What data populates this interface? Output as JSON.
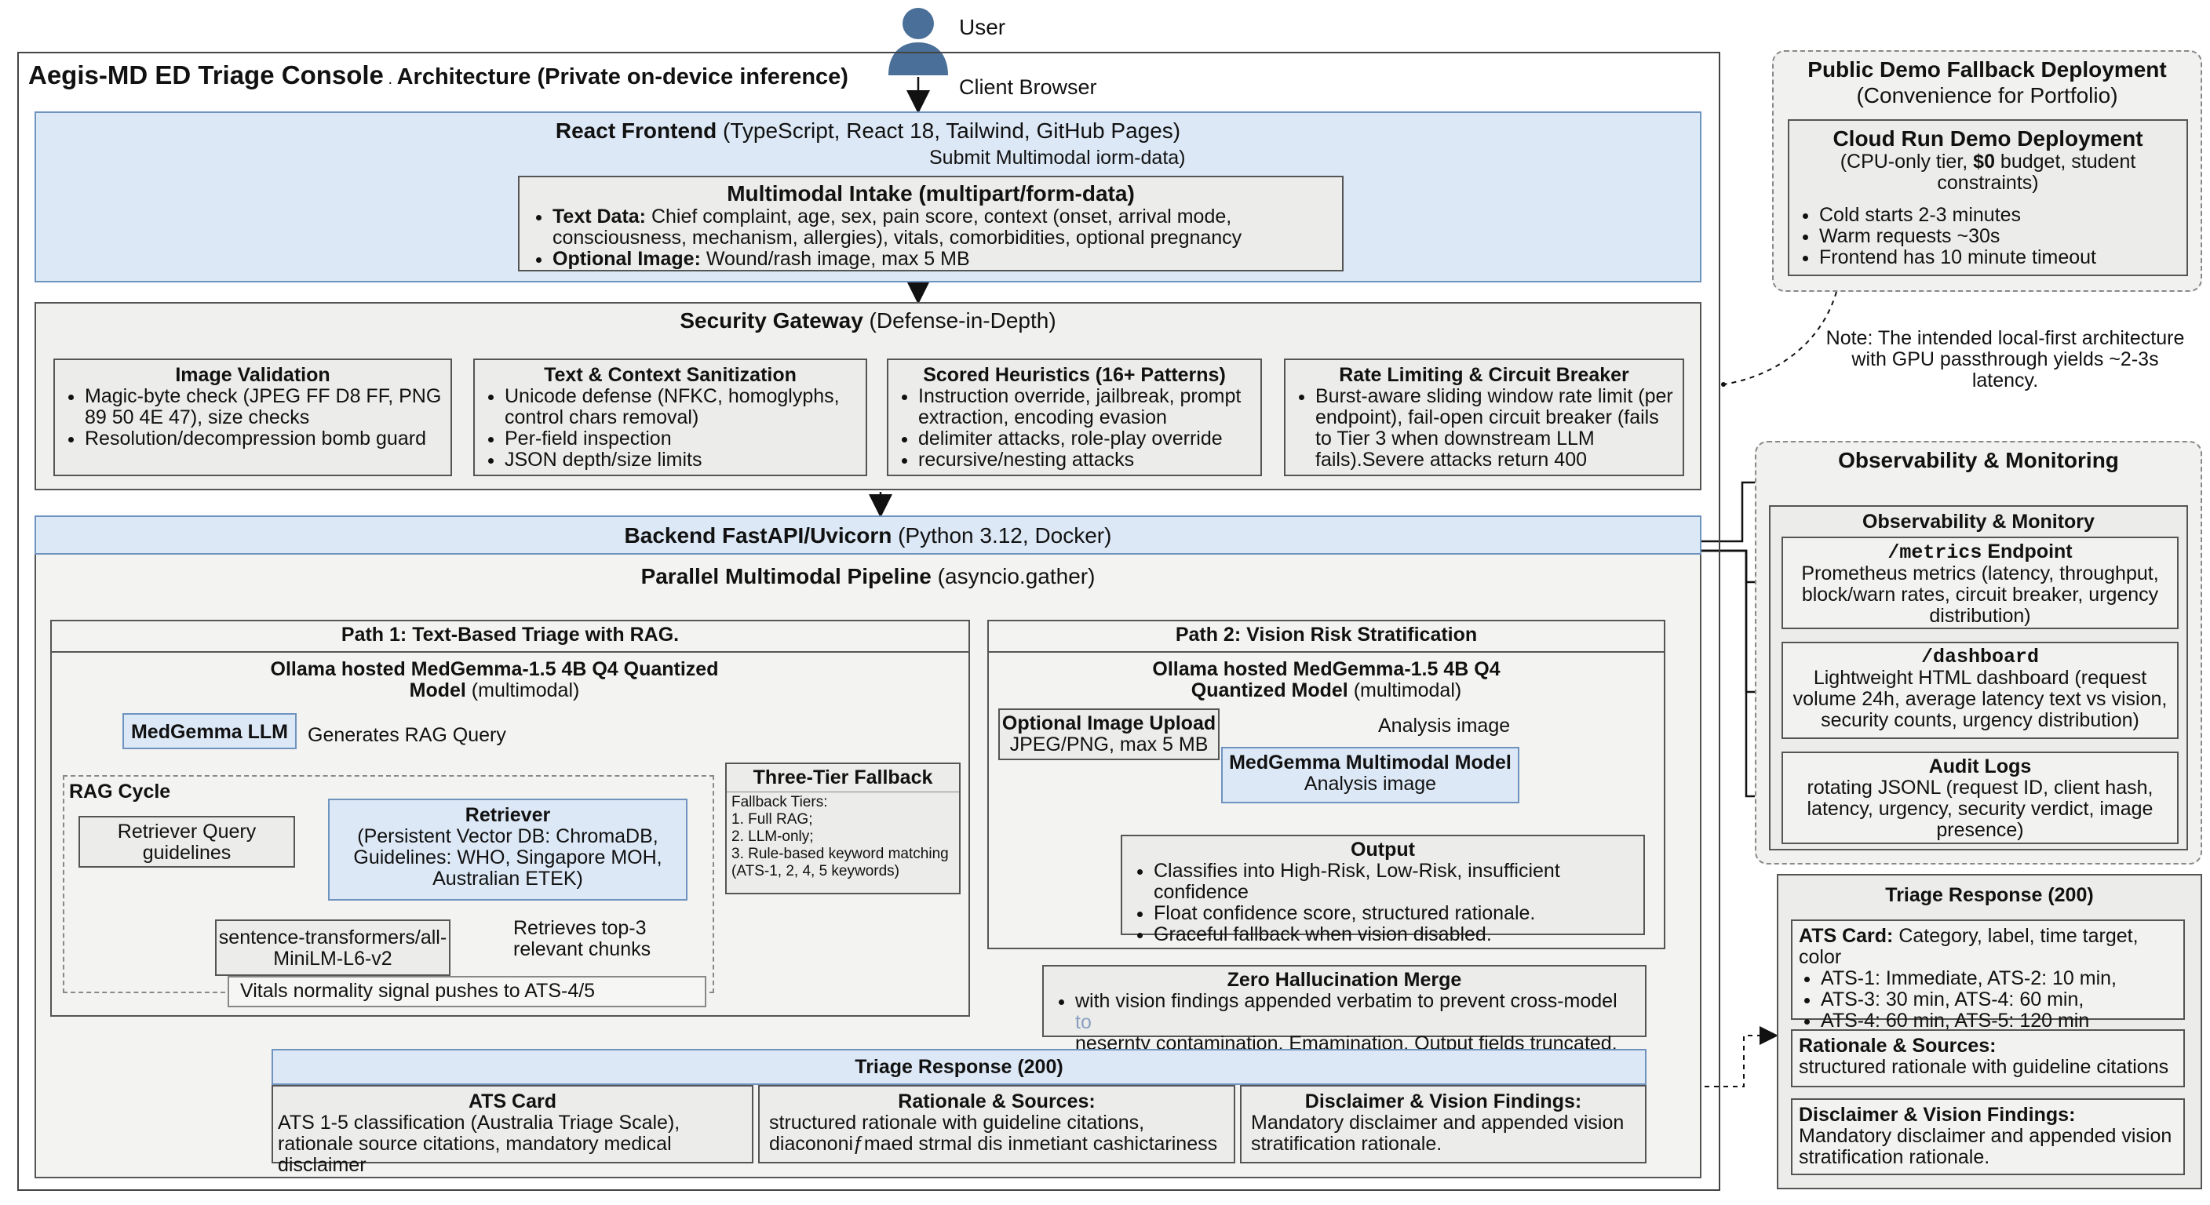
{
  "user": {
    "label": "User",
    "client": "Client Browser"
  },
  "main": {
    "title": "Aegis-MD ED Triage Console",
    "subtitle": "Architecture (Private on-device inference)"
  },
  "frontend": {
    "title_bold": "React Frontend",
    "title_rest": " (TypeScript, React 18, Tailwind, GitHub Pages)",
    "submit": "Submit Multimodal iorm-data)",
    "intake_title": "Multimodal Intake (multipart/form-data)",
    "intake_items": [
      {
        "label": "Text Data:",
        "text": " Chief complaint, age, sex, pain score, context (onset, arrival mode, consciousness, mechanism, allergies), vitals, comorbidities, optional pregnancy"
      },
      {
        "label": "Optional Image:",
        "text": " Wound/rash image, max 5 MB"
      }
    ]
  },
  "security": {
    "title_bold": "Security Gateway",
    "title_rest": " (Defense-in-Depth)",
    "boxes": [
      {
        "title": "Image Validation",
        "items": [
          "Magic-byte check (JPEG FF D8 FF, PNG 89 50 4E 47), size checks",
          "Resolution/decompression bomb guard"
        ]
      },
      {
        "title": "Text & Context Sanitization",
        "items": [
          "Unicode defense (NFKC, homoglyphs, control chars removal)",
          "Per-field inspection",
          "JSON depth/size limits"
        ]
      },
      {
        "title": "Scored Heuristics (16+ Patterns)",
        "items": [
          "Instruction override, jailbreak, prompt extraction, encoding evasion",
          "delimiter attacks, role-play override",
          "recursive/nesting attacks"
        ]
      },
      {
        "title": "Rate Limiting & Circuit Breaker",
        "items": [
          "Burst-aware sliding window rate limit (per endpoint), fail-open circuit breaker (fails to Tier 3 when downstream LLM fails).Severe attacks return 400"
        ]
      }
    ]
  },
  "backend": {
    "title_bold": "Backend FastAPI/Uvicorn",
    "title_rest": " (Python 3.12, Docker)",
    "pipeline_bold": "Parallel Multimodal Pipeline",
    "pipeline_rest": " (asyncio.gather)"
  },
  "path1": {
    "title": "Path 1: Text-Based Triage with RAG.",
    "model_bold": "Ollama hosted MedGemma-1.5 4B Q4 Quantized Model",
    "model_rest": " (multimodal)",
    "llm": "MedGemma LLM",
    "generates": "Generates RAG Query",
    "rag_label": "RAG Cycle",
    "retriever_q": "Retriever Query guidelines",
    "retriever_title": "Retriever",
    "retriever_text": "(Persistent Vector DB: ChromaDB, Guidelines: WHO, Singapore MOH, Australian ETEK)",
    "st": "sentence-transformers/all-MiniLM-L6-v2",
    "retrieves": "Retrieves top-3 relevant chunks",
    "vitals": "Vitals normality signal pushes to ATS-4/5",
    "fallback_title": "Three-Tier Fallback",
    "fallback_lines": [
      "Fallback Tiers:",
      "1. Full RAG;",
      "2. LLM-only;",
      "3. Rule-based keyword matching",
      "(ATS-1, 2, 4, 5 keywords)"
    ]
  },
  "path2": {
    "title": "Path 2: Vision Risk Stratification",
    "model_bold": "Ollama hosted MedGemma-1.5 4B Q4 Quantized Model",
    "model_rest": " (multimodal)",
    "upload_title": "Optional Image Upload",
    "upload_text": "JPEG/PNG, max 5 MB",
    "analysis": "Analysis image",
    "mm_title": "MedGemma Multimodal Model",
    "mm_text": "Analysis image",
    "output_title": "Output",
    "output_items": [
      "Classifies into High-Risk, Low-Risk, insufficient confidence",
      "Float confidence score, structured rationale.",
      "Graceful fallback when vision disabled."
    ]
  },
  "merge": {
    "title": "Zero Hallucination Merge",
    "text_a": "with vision findings appended verbatim to prevent cross-model ",
    "text_b": "to",
    "text_c": "nesernty contamination. Emamination. Output fields truncated."
  },
  "response_main": {
    "title": "Triage Response (200)",
    "cards": [
      {
        "title": "ATS Card",
        "text": "ATS 1-5 classification (Australia Triage Scale), rationale source citations, mandatory medical disclaimer"
      },
      {
        "title": "Rationale & Sources:",
        "text": "structured rationale with guideline citations, diacononiƒmaed strmal dis inmetiant cashictariness"
      },
      {
        "title": "Disclaimer & Vision Findings:",
        "text": "Mandatory disclaimer and appended vision stratification rationale."
      }
    ]
  },
  "demo": {
    "title": "Public Demo Fallback Deployment",
    "subtitle": "(Convenience for Portfolio)",
    "cloud_title": "Cloud Run Demo Deployment",
    "cloud_sub_a": "(CPU-only tier, ",
    "cloud_sub_b": "$0",
    "cloud_sub_c": " budget, student constraints)",
    "items": [
      "Cold starts 2-3 minutes",
      "Warm requests ~30s",
      "Frontend has 10 minute timeout"
    ],
    "note": "Note: The intended local-first architecture with GPU passthrough yields ~2-3s latency."
  },
  "observability": {
    "title": "Observability & Monitoring",
    "inner_title": "Observability & Monitory",
    "boxes": [
      {
        "title": "/metrics",
        "title_rest": " Endpoint",
        "text": "Prometheus metrics (latency, throughput, block/warn rates, circuit breaker, urgency distribution)"
      },
      {
        "title": "/dashboard",
        "title_rest": "",
        "text": "Lightweight HTML dashboard (request volume 24h, average latency text vs vision, security counts, urgency distribution)"
      },
      {
        "title": "Audit Logs",
        "title_rest": "",
        "text": "rotating JSONL (request ID, client hash, latency, urgency, security verdict, image presence)"
      }
    ]
  },
  "response_side": {
    "title": "Triage Response (200)",
    "ats_label": "ATS Card:",
    "ats_rest": " Category, label, time target, color",
    "ats_items": [
      "ATS-1: Immediate, ATS-2: 10 min,",
      "ATS-3: 30 min, ATS-4: 60 min,",
      "ATS-4: 60 min, ATS-5: 120 min"
    ],
    "rationale_title": "Rationale & Sources:",
    "rationale_text": "structured rationale with guideline citations",
    "disclaimer_title": "Disclaimer & Vision Findings:",
    "disclaimer_text": "Mandatory disclaimer and appended vision stratification rationale."
  },
  "colors": {
    "accent_blue": "#dce8f6",
    "border_blue": "#6f93bf",
    "panel_gray": "#ececea",
    "user_icon": "#4a6f98"
  }
}
